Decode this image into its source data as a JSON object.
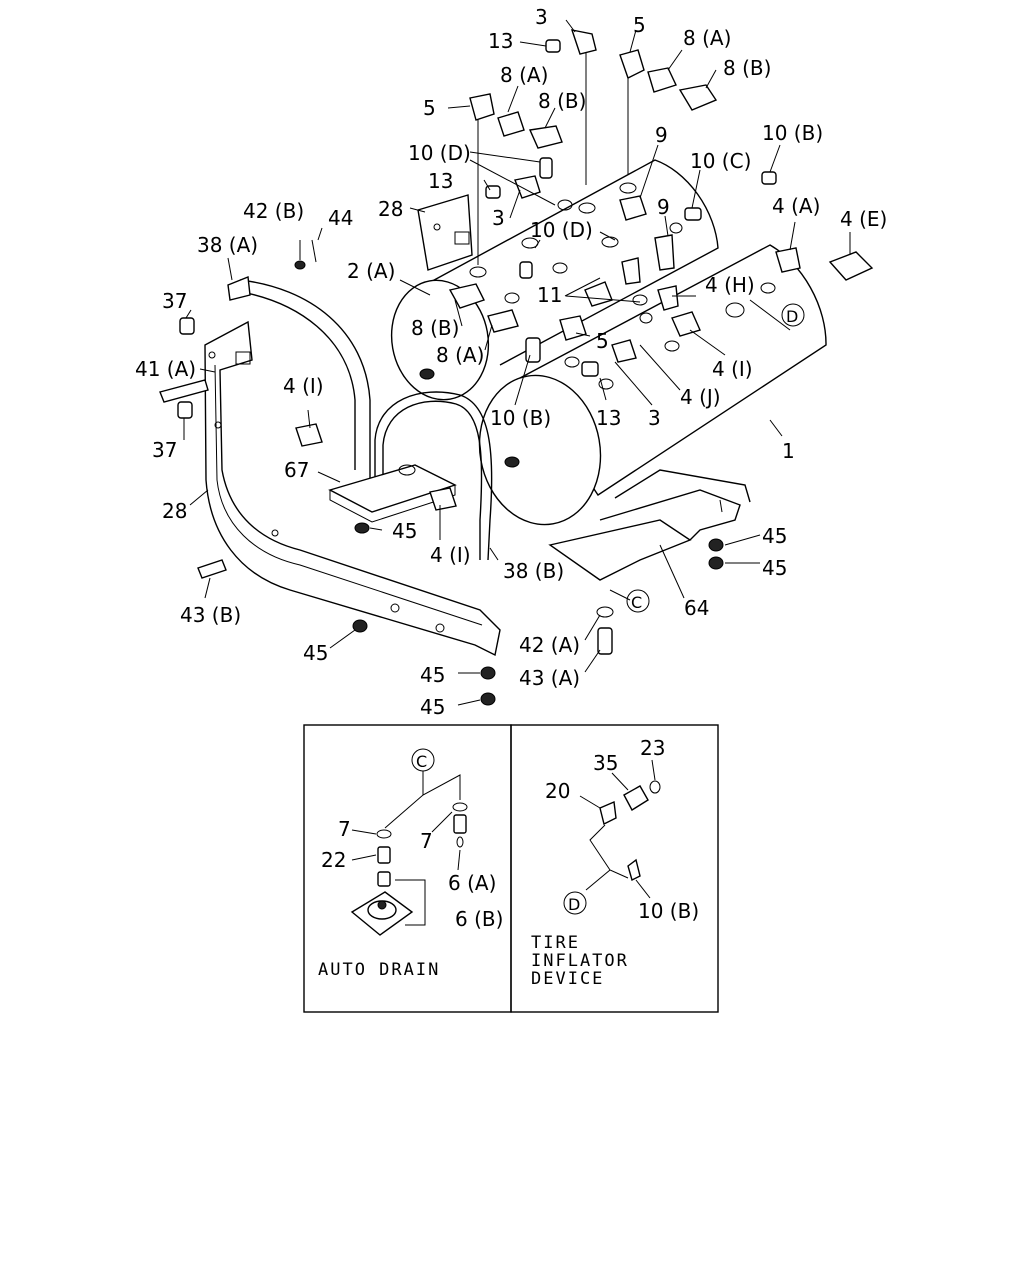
{
  "callouts": {
    "c3_top": "3",
    "c13_top": "13",
    "c5_top": "5",
    "c8a_top": "8 (A)",
    "c8b_top": "8 (B)",
    "c8a_left": "8 (A)",
    "c5_left": "5",
    "c8b_left": "8 (B)",
    "c10d_top": "10 (D)",
    "c9_top": "9",
    "c10b_right": "10 (B)",
    "c13_mid": "13",
    "c10c": "10 (C)",
    "c28_top": "28",
    "c3_mid": "3",
    "c10d_mid": "10 (D)",
    "c9_mid": "9",
    "c4a": "4 (A)",
    "c4e": "4 (E)",
    "c42b": "42 (B)",
    "c44": "44",
    "c38a": "38 (A)",
    "c2a": "2 (A)",
    "c11": "11",
    "c4h": "4 (H)",
    "c37_top": "37",
    "c8b_mid": "8 (B)",
    "c8a_mid": "8 (A)",
    "c5_mid": "5",
    "c41a": "41 (A)",
    "c4i_left": "4 (I)",
    "c4i_right": "4 (I)",
    "c4j": "4 (J)",
    "c13_low": "13",
    "c3_low": "3",
    "c10b_low": "10 (B)",
    "c1": "1",
    "c37_bot": "37",
    "c67": "67",
    "c45_mid": "45",
    "c4i_bot": "4 (I)",
    "c38b": "38 (B)",
    "c28_bot": "28",
    "c45_r1": "45",
    "c45_r2": "45",
    "c43b": "43 (B)",
    "c64": "64",
    "c42a": "42 (A)",
    "c43a": "43 (A)",
    "c45_left": "45",
    "c45_b1": "45",
    "c45_b2": "45"
  },
  "circle_markers": {
    "d_main": "D",
    "c_main": "C",
    "c_inset": "C",
    "d_inset": "D"
  },
  "auto_drain": {
    "caption": "AUTO DRAIN",
    "c7a": "7",
    "c7b": "7",
    "c22": "22",
    "c6a": "6 (A)",
    "c6b": "6 (B)"
  },
  "tire_inflator": {
    "caption_line1": "TIRE",
    "caption_line2": "INFLATOR",
    "caption_line3": "DEVICE",
    "c23": "23",
    "c35": "35",
    "c20": "20",
    "c10b": "10 (B)"
  }
}
